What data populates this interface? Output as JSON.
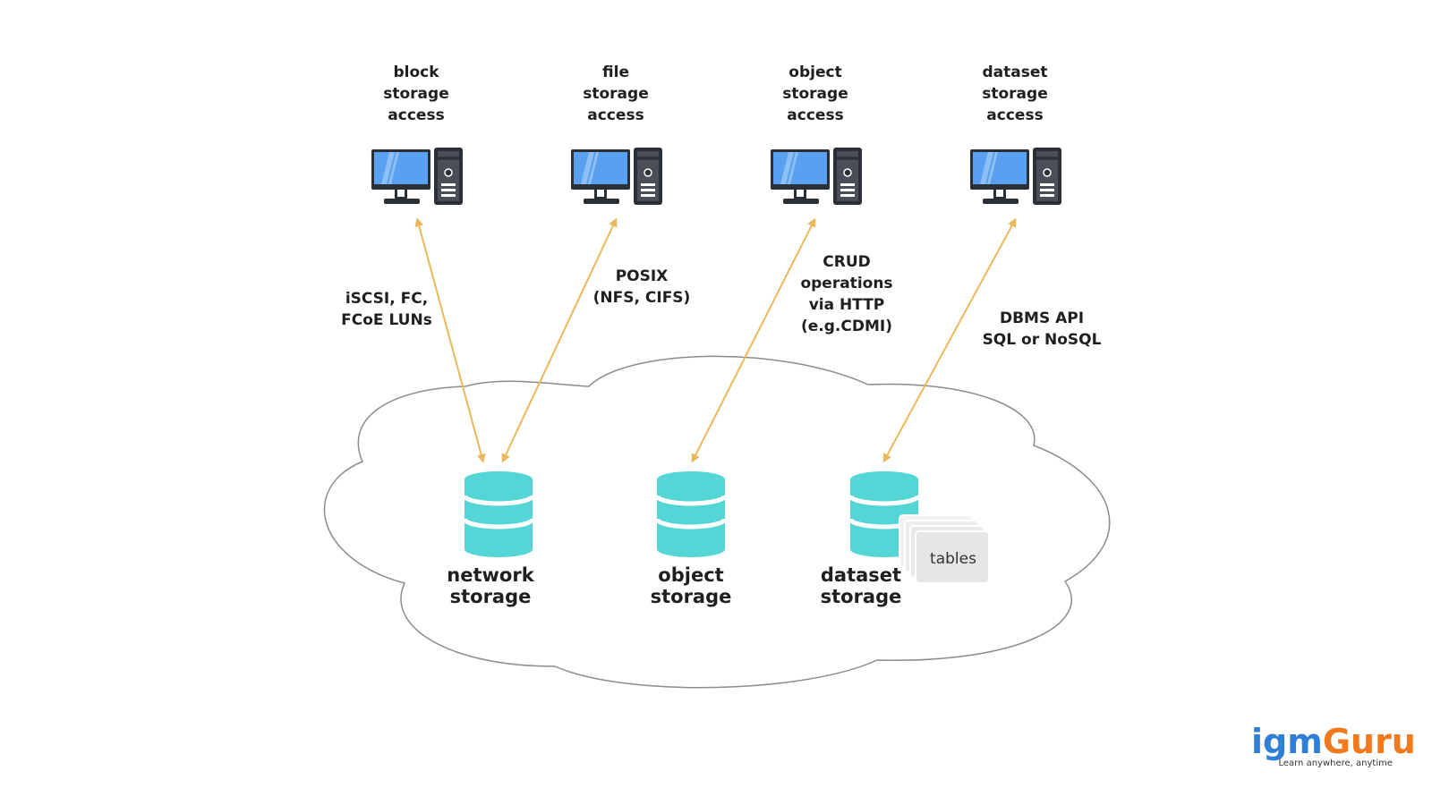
{
  "colors": {
    "monitor_screen": "#5aa0f0",
    "device_outline": "#2b2f36",
    "arrow": "#ebb85c",
    "database": "#55d6d6",
    "cloud_stroke": "#8c8c8c",
    "tables_card": "#e8e8e8",
    "logo_blue": "#2f7fd6",
    "logo_orange": "#f07a1e"
  },
  "clients": [
    {
      "icon": "computer-icon",
      "label_lines": [
        "block",
        "storage",
        "access"
      ]
    },
    {
      "icon": "computer-icon",
      "label_lines": [
        "file",
        "storage",
        "access"
      ]
    },
    {
      "icon": "computer-icon",
      "label_lines": [
        "object",
        "storage",
        "access"
      ]
    },
    {
      "icon": "computer-icon",
      "label_lines": [
        "dataset",
        "storage",
        "access"
      ]
    }
  ],
  "protocols": [
    {
      "lines": [
        "iSCSI, FC,",
        "FCoE LUNs"
      ]
    },
    {
      "lines": [
        "POSIX",
        "(NFS, CIFS)"
      ]
    },
    {
      "lines": [
        "CRUD",
        "operations",
        "via HTTP",
        "(e.g.CDMI)"
      ]
    },
    {
      "lines": [
        "DBMS API",
        "SQL or NoSQL"
      ]
    }
  ],
  "storages": [
    {
      "icon": "database-icon",
      "label_lines": [
        "network",
        "storage"
      ]
    },
    {
      "icon": "database-icon",
      "label_lines": [
        "object",
        "storage"
      ]
    },
    {
      "icon": "database-icon",
      "label_lines": [
        "dataset",
        "storage"
      ]
    }
  ],
  "tables_label": "tables",
  "logo": {
    "part1": "igm",
    "part2": "Guru",
    "tagline": "Learn anywhere, anytime"
  }
}
